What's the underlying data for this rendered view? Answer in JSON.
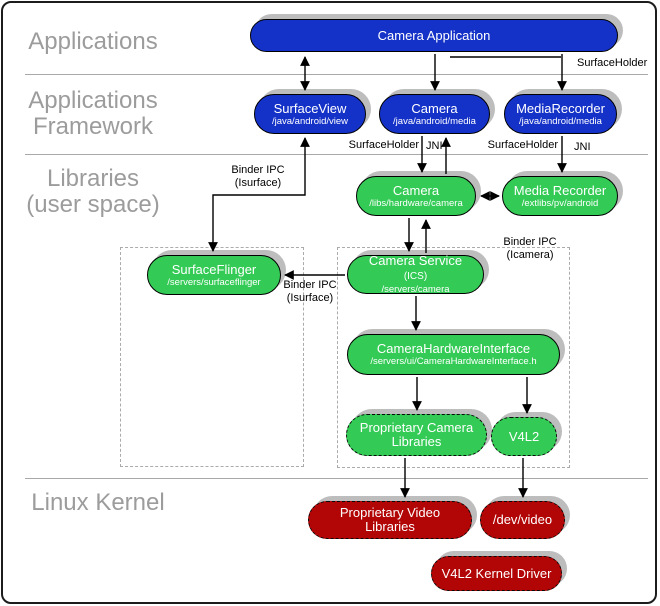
{
  "layers": {
    "applications": {
      "line1": "Applications"
    },
    "framework": {
      "line1": "Applications",
      "line2": "Framework"
    },
    "libraries": {
      "line1": "Libraries",
      "line2": "(user space)"
    },
    "kernel": {
      "line1": "Linux Kernel"
    }
  },
  "nodes": {
    "camera_application": {
      "title": "Camera Application"
    },
    "surface_view": {
      "title": "SurfaceView",
      "subtitle": "/java/android/view"
    },
    "camera_fw": {
      "title": "Camera",
      "subtitle": "/java/android/media"
    },
    "media_recorder_fw": {
      "title": "MediaRecorder",
      "subtitle": "/java/android/media"
    },
    "camera_lib": {
      "title": "Camera",
      "subtitle": "/libs/hardware/camera"
    },
    "media_recorder_lib": {
      "title": "Media Recorder",
      "subtitle": "/extlibs/pv/android"
    },
    "surface_flinger": {
      "title": "SurfaceFlinger",
      "subtitle": "/servers/surfaceflinger"
    },
    "camera_service": {
      "title": "Camera Service",
      "title_suffix": "(ICS)",
      "subtitle": "/servers/camera"
    },
    "camera_hardware_interface": {
      "title": "CameraHardwareInterface",
      "subtitle": "/servers/ui/CameraHardwareInterface.h"
    },
    "proprietary_camera_libraries": {
      "title": "Proprietary Camera Libraries"
    },
    "v4l2": {
      "title": "V4L2"
    },
    "proprietary_video_libraries": {
      "title": "Proprietary Video Libraries"
    },
    "dev_video": {
      "title": "/dev/video"
    },
    "v4l2_kernel_driver": {
      "title": "V4L2 Kernel Driver"
    }
  },
  "edge_labels": {
    "surfaceholder_top": "SurfaceHolder",
    "surfaceholder_camera": "SurfaceHolder",
    "jni_camera": "JNI",
    "surfaceholder_mediarecorder": "SurfaceHolder",
    "jni_mediarecorder": "JNI",
    "binder_ipc_isurface_view": {
      "line1": "Binder IPC",
      "line2": "(Isurface)"
    },
    "binder_ipc_isurface_service": {
      "line1": "Binder IPC",
      "line2": "(Isurface)"
    },
    "binder_ipc_icamera": {
      "line1": "Binder IPC",
      "line2": "(Icamera)"
    }
  },
  "colors": {
    "framework_blue": "#1532c8",
    "library_green": "#33cb55",
    "kernel_red": "#b20505",
    "shadow_gray": "#bdbdbd",
    "layer_label_gray": "#9c9c9c"
  }
}
